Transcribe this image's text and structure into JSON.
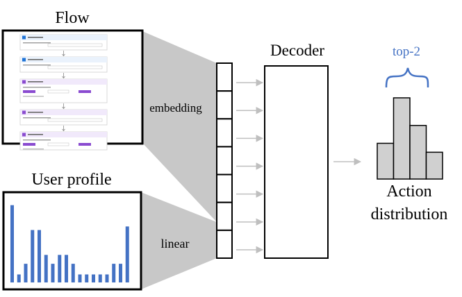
{
  "labels": {
    "flow_title": "Flow",
    "user_profile_title": "User profile",
    "decoder_title": "Decoder",
    "embedding_label": "embedding",
    "linear_label": "linear",
    "topk_label": "top-2",
    "action_line1": "Action",
    "action_line2": "distribution"
  },
  "colors": {
    "accent_blue": "#4472c4",
    "bar_fill": "#d0d0d0",
    "funnel_gray": "#c8c8c8",
    "arrow_gray": "#bfbfbf",
    "flow_step_blue": "#1e73d6",
    "flow_step_purple": "#8a4bd0"
  },
  "user_profile_bars": [
    0.87,
    0.09,
    0.21,
    0.59,
    0.59,
    0.31,
    0.21,
    0.31,
    0.31,
    0.21,
    0.09,
    0.09,
    0.09,
    0.09,
    0.09,
    0.21,
    0.21,
    0.63
  ],
  "action_distribution_bars": [
    0.44,
    1.0,
    0.66,
    0.33
  ],
  "flow_steps": [
    {
      "type": "trigger",
      "color_key": "flow_step_blue"
    },
    {
      "type": "action",
      "color_key": "flow_step_blue"
    },
    {
      "type": "scope",
      "color_key": "flow_step_purple"
    },
    {
      "type": "variable",
      "color_key": "flow_step_purple"
    },
    {
      "type": "variable",
      "color_key": "flow_step_purple"
    }
  ],
  "token_count": 7,
  "arrow_count": 7
}
